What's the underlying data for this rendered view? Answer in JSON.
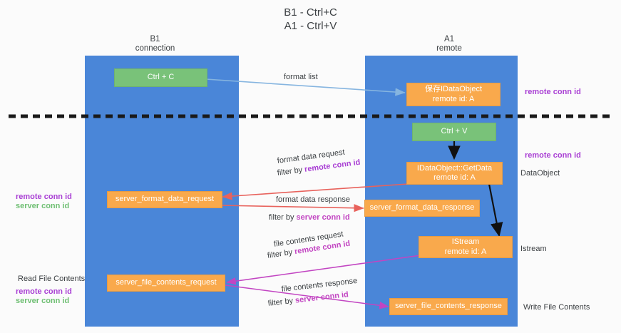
{
  "title": "B1 - Ctrl+C\nA1 - Ctrl+V",
  "lanes": [
    {
      "id": "left",
      "label": "B1\nconnection"
    },
    {
      "id": "right",
      "label": "A1\nremote"
    }
  ],
  "nodes": [
    {
      "id": "ctrl-c",
      "line1": "Ctrl + C",
      "line2": "",
      "color": "green"
    },
    {
      "id": "save-idataobject",
      "line1": "保存IDataObject",
      "line2": "remote id: A",
      "color": "orange"
    },
    {
      "id": "ctrl-v",
      "line1": "Ctrl + V",
      "line2": "",
      "color": "green"
    },
    {
      "id": "idataobject-getdata",
      "line1": "IDataObject::GetData",
      "line2": "remote id: A",
      "color": "orange"
    },
    {
      "id": "server-format-data-request",
      "line1": "server_format_data_request",
      "line2": "",
      "color": "orange"
    },
    {
      "id": "server-format-data-response",
      "line1": "server_format_data_response",
      "line2": "",
      "color": "orange"
    },
    {
      "id": "istream",
      "line1": "IStream",
      "line2": "remote id: A",
      "color": "orange"
    },
    {
      "id": "server-file-contents-request",
      "line1": "server_file_contents_request",
      "line2": "",
      "color": "orange"
    },
    {
      "id": "server-file-contents-response",
      "line1": "server_file_contents_response",
      "line2": "",
      "color": "orange"
    }
  ],
  "edge_labels": {
    "format_list": "format list",
    "format_data_request": "format data request",
    "format_data_request_filter_prefix": "filter by ",
    "format_data_request_filter_key": "remote conn id",
    "format_data_response": "format data response",
    "format_data_response_filter_prefix": "filter by ",
    "format_data_response_filter_key": "server conn id",
    "file_contents_request": "file contents request",
    "file_contents_request_filter_prefix": "filter by ",
    "file_contents_request_filter_key": "remote conn id",
    "file_contents_response": "file contents response",
    "file_contents_response_filter_prefix": "filter by ",
    "file_contents_response_filter_key": "server conn id"
  },
  "right_labels": [
    {
      "id": "remote-conn-id-top",
      "text": "remote conn id",
      "style": "purple"
    },
    {
      "id": "remote-conn-id-middle",
      "text": "remote conn id",
      "style": "purple"
    },
    {
      "id": "dataobject",
      "text": "DataObject",
      "style": "plain"
    },
    {
      "id": "istream-label",
      "text": "Istream",
      "style": "plain"
    },
    {
      "id": "write-file-contents",
      "text": "Write File Contents",
      "style": "plain"
    }
  ],
  "left_labels": [
    {
      "id": "remote-conn-id-1",
      "text": "remote conn id",
      "style": "purple"
    },
    {
      "id": "server-conn-id-1",
      "text": "server conn id",
      "style": "green"
    },
    {
      "id": "read-file-contents",
      "text": "Read File Contents",
      "style": "plain"
    },
    {
      "id": "remote-conn-id-2",
      "text": "remote conn id",
      "style": "purple"
    },
    {
      "id": "server-conn-id-2",
      "text": "server conn id",
      "style": "green"
    }
  ],
  "colors": {
    "lane": "#4a86d8",
    "node_orange": "#f9a94c",
    "node_green": "#79c279",
    "arrow_blue": "#86b5e0",
    "arrow_red": "#e8625c",
    "arrow_magenta": "#c245c2",
    "arrow_black": "#111111",
    "divider": "#1a1a1a",
    "purple_text": "#a93fd4",
    "green_text": "#6fbf73"
  }
}
